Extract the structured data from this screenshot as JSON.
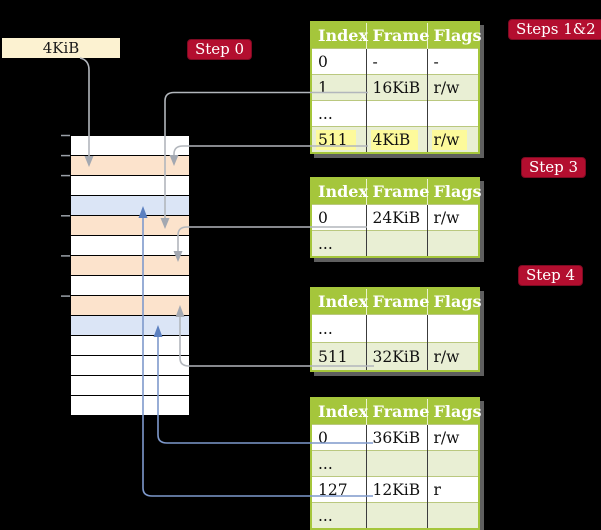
{
  "colors": {
    "background": "#000000",
    "table_header_green": "#a5c63b",
    "table_alt_row_green": "#e9efd4",
    "highlight_yellow": "#fdfa9b",
    "badge_red": "#b30e2f",
    "legend_cream": "#fcf2d1",
    "frame_orange": "#fce3cc",
    "frame_blue": "#dbe5f6",
    "arrow_gray": "#b2b6bc",
    "arrow_blue": "#7e99cc"
  },
  "legend": {
    "label": "4KiB"
  },
  "badges": {
    "step0": "Step 0",
    "steps12": "Steps 1&2",
    "step3": "Step 3",
    "step4": "Step 4"
  },
  "memory": {
    "rows": [
      "white",
      "orange",
      "white",
      "blue",
      "orange",
      "white",
      "orange",
      "white",
      "orange",
      "blue",
      "white",
      "white",
      "white",
      "white"
    ]
  },
  "tables": [
    {
      "headers": [
        "Index",
        "Frame",
        "Flags"
      ],
      "rows": [
        {
          "cells": [
            "0",
            "-",
            "-"
          ],
          "highlight": false
        },
        {
          "cells": [
            "1",
            "16KiB",
            "r/w"
          ],
          "highlight": false
        },
        {
          "cells": [
            "...",
            "",
            ""
          ],
          "highlight": false
        },
        {
          "cells": [
            "511",
            "4KiB",
            "r/w"
          ],
          "highlight": true
        }
      ]
    },
    {
      "headers": [
        "Index",
        "Frame",
        "Flags"
      ],
      "rows": [
        {
          "cells": [
            "0",
            "24KiB",
            "r/w"
          ],
          "highlight": false
        },
        {
          "cells": [
            "...",
            "",
            ""
          ],
          "highlight": false
        }
      ]
    },
    {
      "headers": [
        "Index",
        "Frame",
        "Flags"
      ],
      "rows": [
        {
          "cells": [
            "...",
            "",
            ""
          ],
          "highlight": false
        },
        {
          "cells": [
            "511",
            "32KiB",
            "r/w"
          ],
          "highlight": false
        }
      ]
    },
    {
      "headers": [
        "Index",
        "Frame",
        "Flags"
      ],
      "rows": [
        {
          "cells": [
            "0",
            "36KiB",
            "r/w"
          ],
          "highlight": false
        },
        {
          "cells": [
            "...",
            "",
            ""
          ],
          "highlight": false
        },
        {
          "cells": [
            "127",
            "12KiB",
            "r"
          ],
          "highlight": false
        },
        {
          "cells": [
            "...",
            "",
            ""
          ],
          "highlight": false
        }
      ]
    }
  ]
}
